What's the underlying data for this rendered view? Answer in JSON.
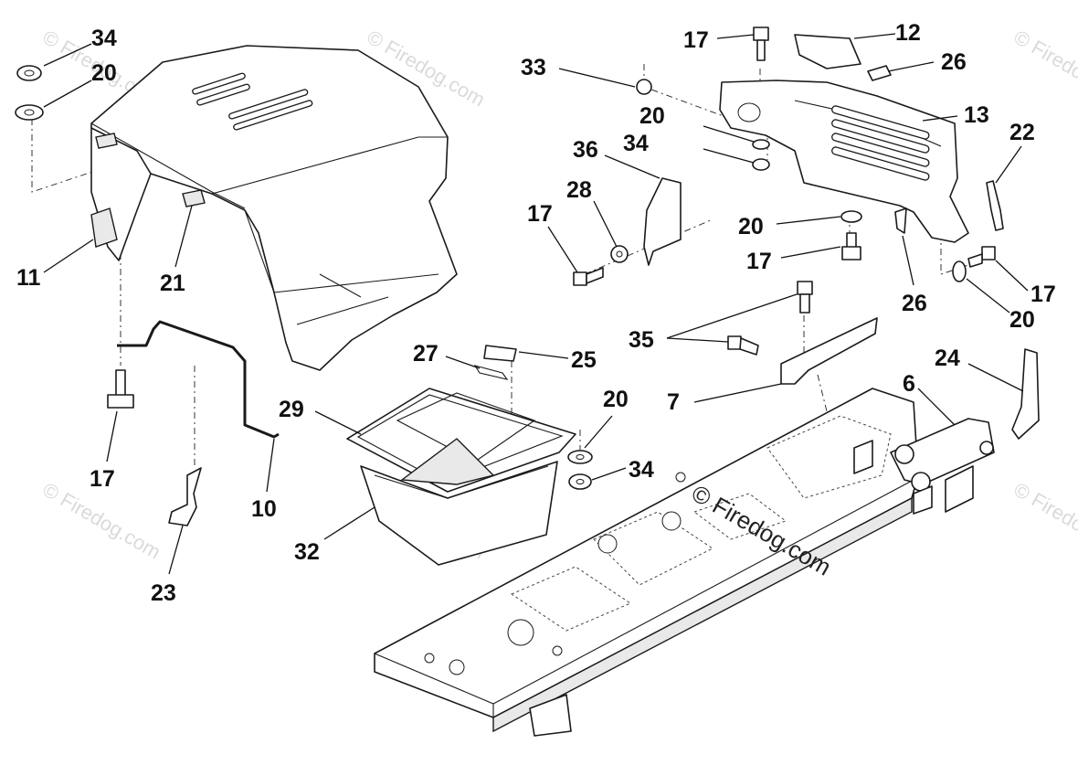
{
  "watermark": {
    "text": "© Firedog.com",
    "main_text": "© Firedog.com"
  },
  "callouts": [
    {
      "id": "c34a",
      "text": "34"
    },
    {
      "id": "c20a",
      "text": "20"
    },
    {
      "id": "c11",
      "text": "11"
    },
    {
      "id": "c21",
      "text": "21"
    },
    {
      "id": "c17a",
      "text": "17"
    },
    {
      "id": "c10",
      "text": "10"
    },
    {
      "id": "c23",
      "text": "23"
    },
    {
      "id": "c27",
      "text": "27"
    },
    {
      "id": "c25",
      "text": "25"
    },
    {
      "id": "c29",
      "text": "29"
    },
    {
      "id": "c32",
      "text": "32"
    },
    {
      "id": "c20b",
      "text": "20"
    },
    {
      "id": "c34b",
      "text": "34"
    },
    {
      "id": "c33",
      "text": "33"
    },
    {
      "id": "c17b",
      "text": "17"
    },
    {
      "id": "c12",
      "text": "12"
    },
    {
      "id": "c26a",
      "text": "26"
    },
    {
      "id": "c13",
      "text": "13"
    },
    {
      "id": "c20c",
      "text": "20"
    },
    {
      "id": "c34c",
      "text": "34"
    },
    {
      "id": "c36",
      "text": "36"
    },
    {
      "id": "c28",
      "text": "28"
    },
    {
      "id": "c17c",
      "text": "17"
    },
    {
      "id": "c22",
      "text": "22"
    },
    {
      "id": "c20d",
      "text": "20"
    },
    {
      "id": "c17d",
      "text": "17"
    },
    {
      "id": "c26b",
      "text": "26"
    },
    {
      "id": "c17e",
      "text": "17"
    },
    {
      "id": "c20e",
      "text": "20"
    },
    {
      "id": "c35",
      "text": "35"
    },
    {
      "id": "c7",
      "text": "7"
    },
    {
      "id": "c24",
      "text": "24"
    },
    {
      "id": "c6",
      "text": "6"
    }
  ]
}
